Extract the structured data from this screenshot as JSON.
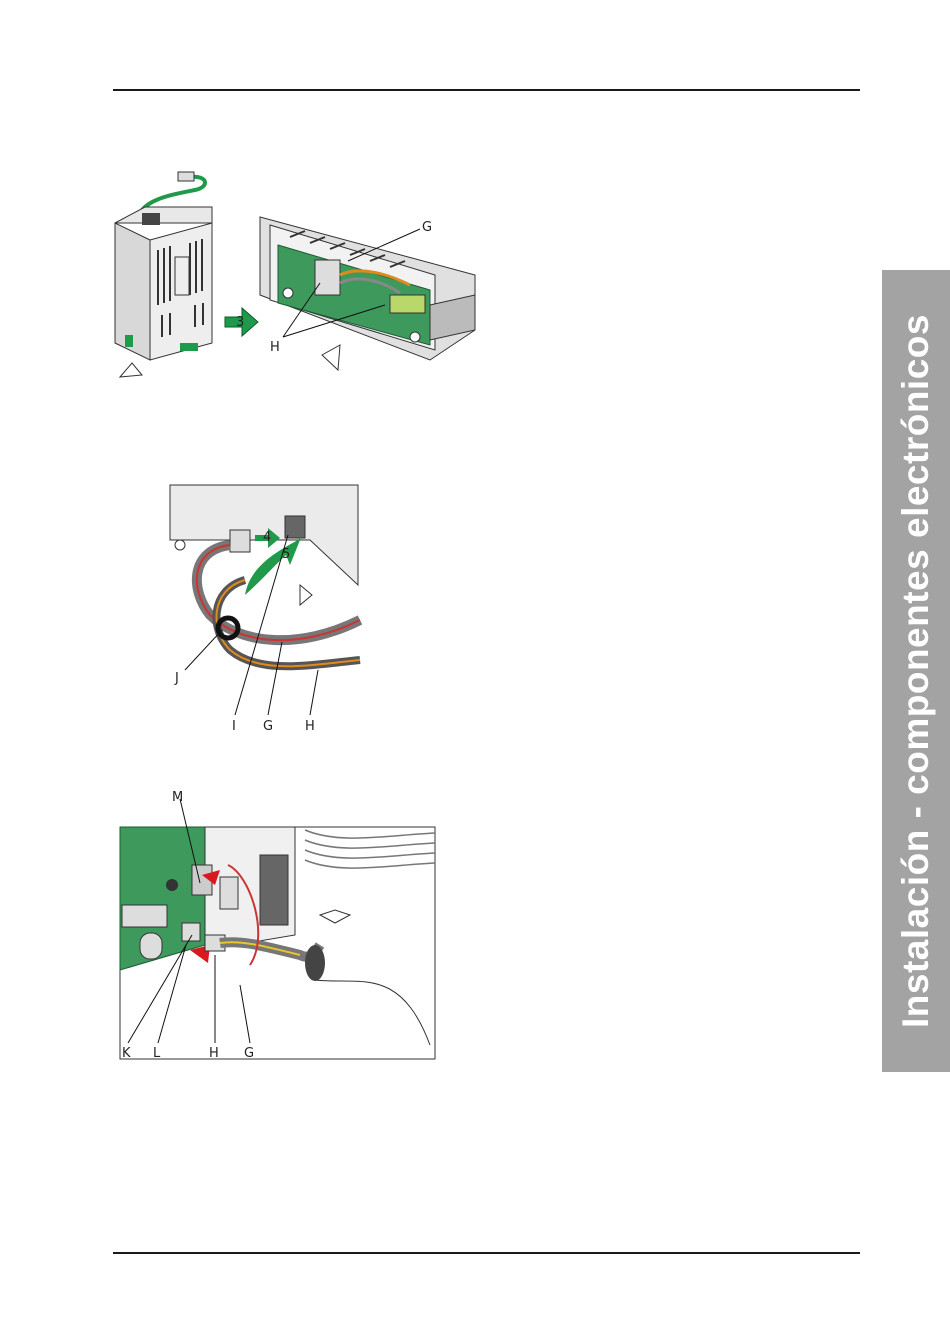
{
  "side_tab": {
    "text": "Instalación - componentes electrónicos",
    "bg": "#a3a3a3"
  },
  "figure1": {
    "step_arrow": "3",
    "callouts": [
      "G",
      "H"
    ]
  },
  "figure2": {
    "step_arrows": [
      "4",
      "5"
    ],
    "callouts": [
      "J",
      "I",
      "G",
      "H"
    ]
  },
  "figure3": {
    "callouts": [
      "M",
      "K",
      "L",
      "H",
      "G"
    ]
  },
  "colors": {
    "arrow_green": "#1f9a4a",
    "board_green": "#3d9a5c",
    "pointer_red": "#d71920"
  }
}
